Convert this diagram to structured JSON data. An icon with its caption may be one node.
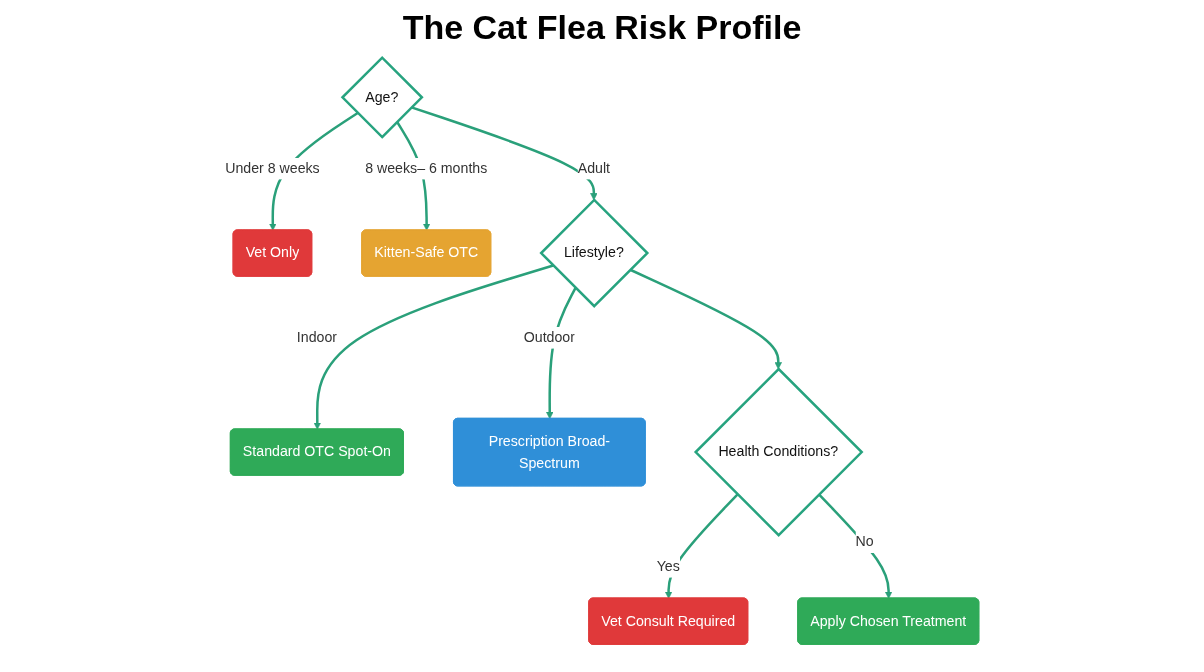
{
  "diagram": {
    "title": "The Cat Flea Risk Profile",
    "nodes": [
      {
        "text": [
          "Age?"
        ]
      },
      {
        "text": [
          "Vet Only"
        ]
      },
      {
        "text": [
          "Kitten-Safe OTC"
        ]
      },
      {
        "text": [
          "Lifestyle?"
        ]
      },
      {
        "text": [
          "Standard OTC Spot-On"
        ]
      },
      {
        "text": [
          "Prescription Broad-Spectrum"
        ]
      },
      {
        "text": [
          "Health Conditions?"
        ]
      },
      {
        "text": [
          "Vet Consult Required"
        ]
      },
      {
        "text": [
          "Apply Chosen Treatment"
        ]
      }
    ],
    "edges": [
      {
        "from": 0,
        "to": 1,
        "arrow": "to",
        "label": "Under 8 weeks"
      },
      {
        "from": 0,
        "to": 2,
        "arrow": "to",
        "label": "8 weeks– 6 months"
      },
      {
        "from": 0,
        "to": 3,
        "arrow": "to",
        "label": "Adult"
      },
      {
        "from": 3,
        "to": 4,
        "arrow": "to",
        "label": "Indoor"
      },
      {
        "from": 3,
        "to": 5,
        "arrow": "to",
        "label": "Outdoor"
      },
      {
        "from": 3,
        "to": 6,
        "arrow": "to"
      },
      {
        "from": 6,
        "to": 7,
        "arrow": "to",
        "label": "Yes"
      },
      {
        "from": 6,
        "to": 8,
        "arrow": "to",
        "label": "No"
      }
    ]
  }
}
